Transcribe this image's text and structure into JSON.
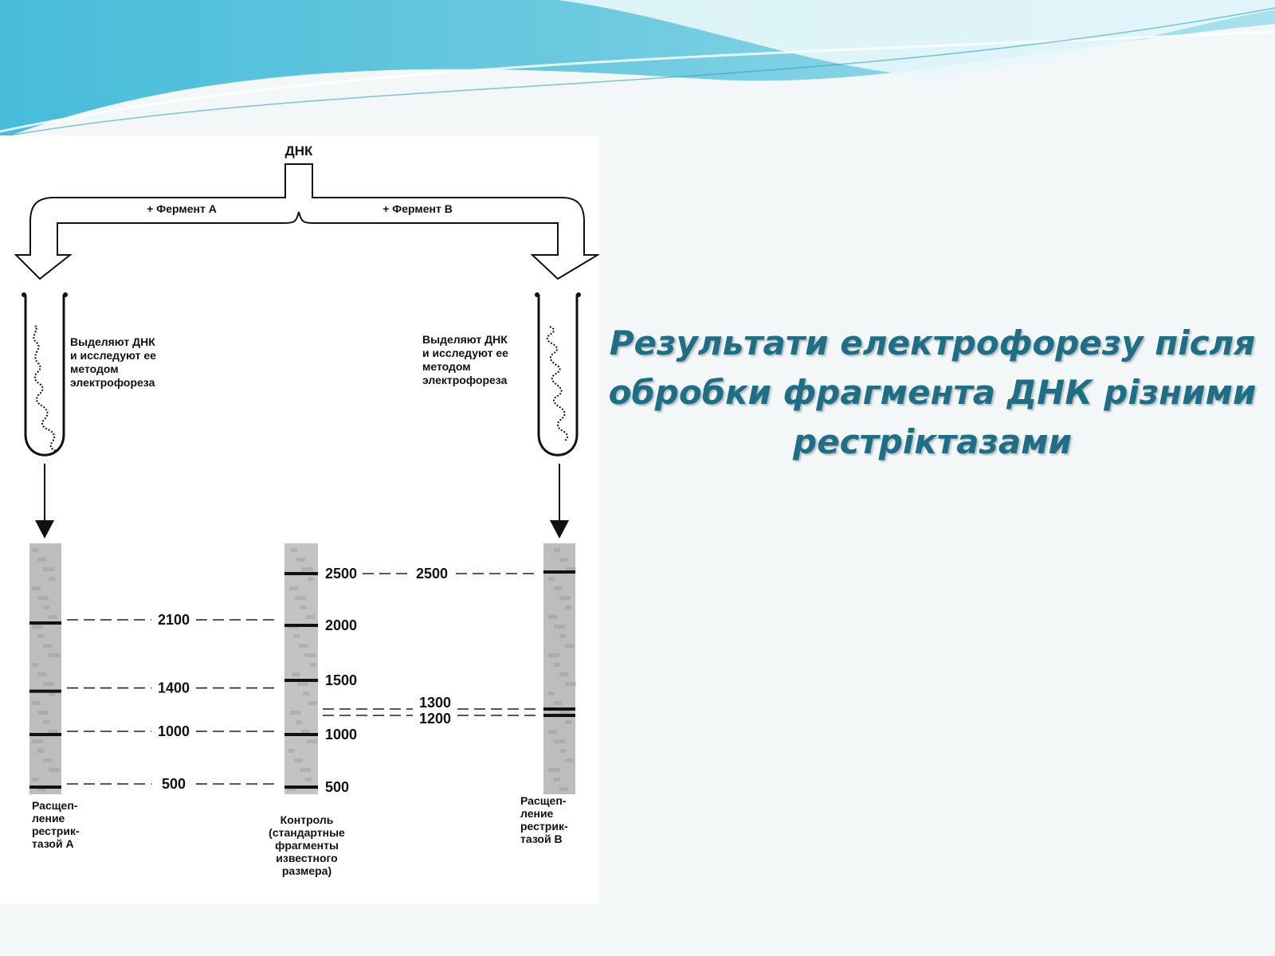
{
  "slide": {
    "title": "Результати електрофорезу після обробки фрагмента ДНК різними рестріктазами",
    "colors": {
      "title": "#1d6f86",
      "wave_dark": "#5cc0d7",
      "wave_light": "#cdeef6"
    }
  },
  "diagram": {
    "top_label": "ДНК",
    "enzyme_a": "+ Фермент А",
    "enzyme_b": "+ Фермент В",
    "tube_text_left": [
      "Выделяют ДНК",
      "и исследуют ее",
      "методом",
      "электрофореза"
    ],
    "tube_text_right": [
      "Выделяют ДНК",
      "и исследуют  ее",
      "методом",
      "электрофореза"
    ],
    "lane_a_caption": [
      "Расщеп-",
      "ление",
      "рестрик-",
      "тазой А"
    ],
    "control_caption": [
      "Контроль",
      "(стандартные",
      "фрагменты",
      "известного",
      "размера)"
    ],
    "lane_b_caption": [
      "Расщеп-",
      "ление",
      "рестрик-",
      "тазой В"
    ],
    "control_bands": [
      2500,
      2000,
      1500,
      1000,
      500
    ],
    "lane_a_bands": [
      2100,
      1400,
      1000,
      500
    ],
    "lane_b_bands": [
      2500,
      1300,
      1200
    ]
  }
}
